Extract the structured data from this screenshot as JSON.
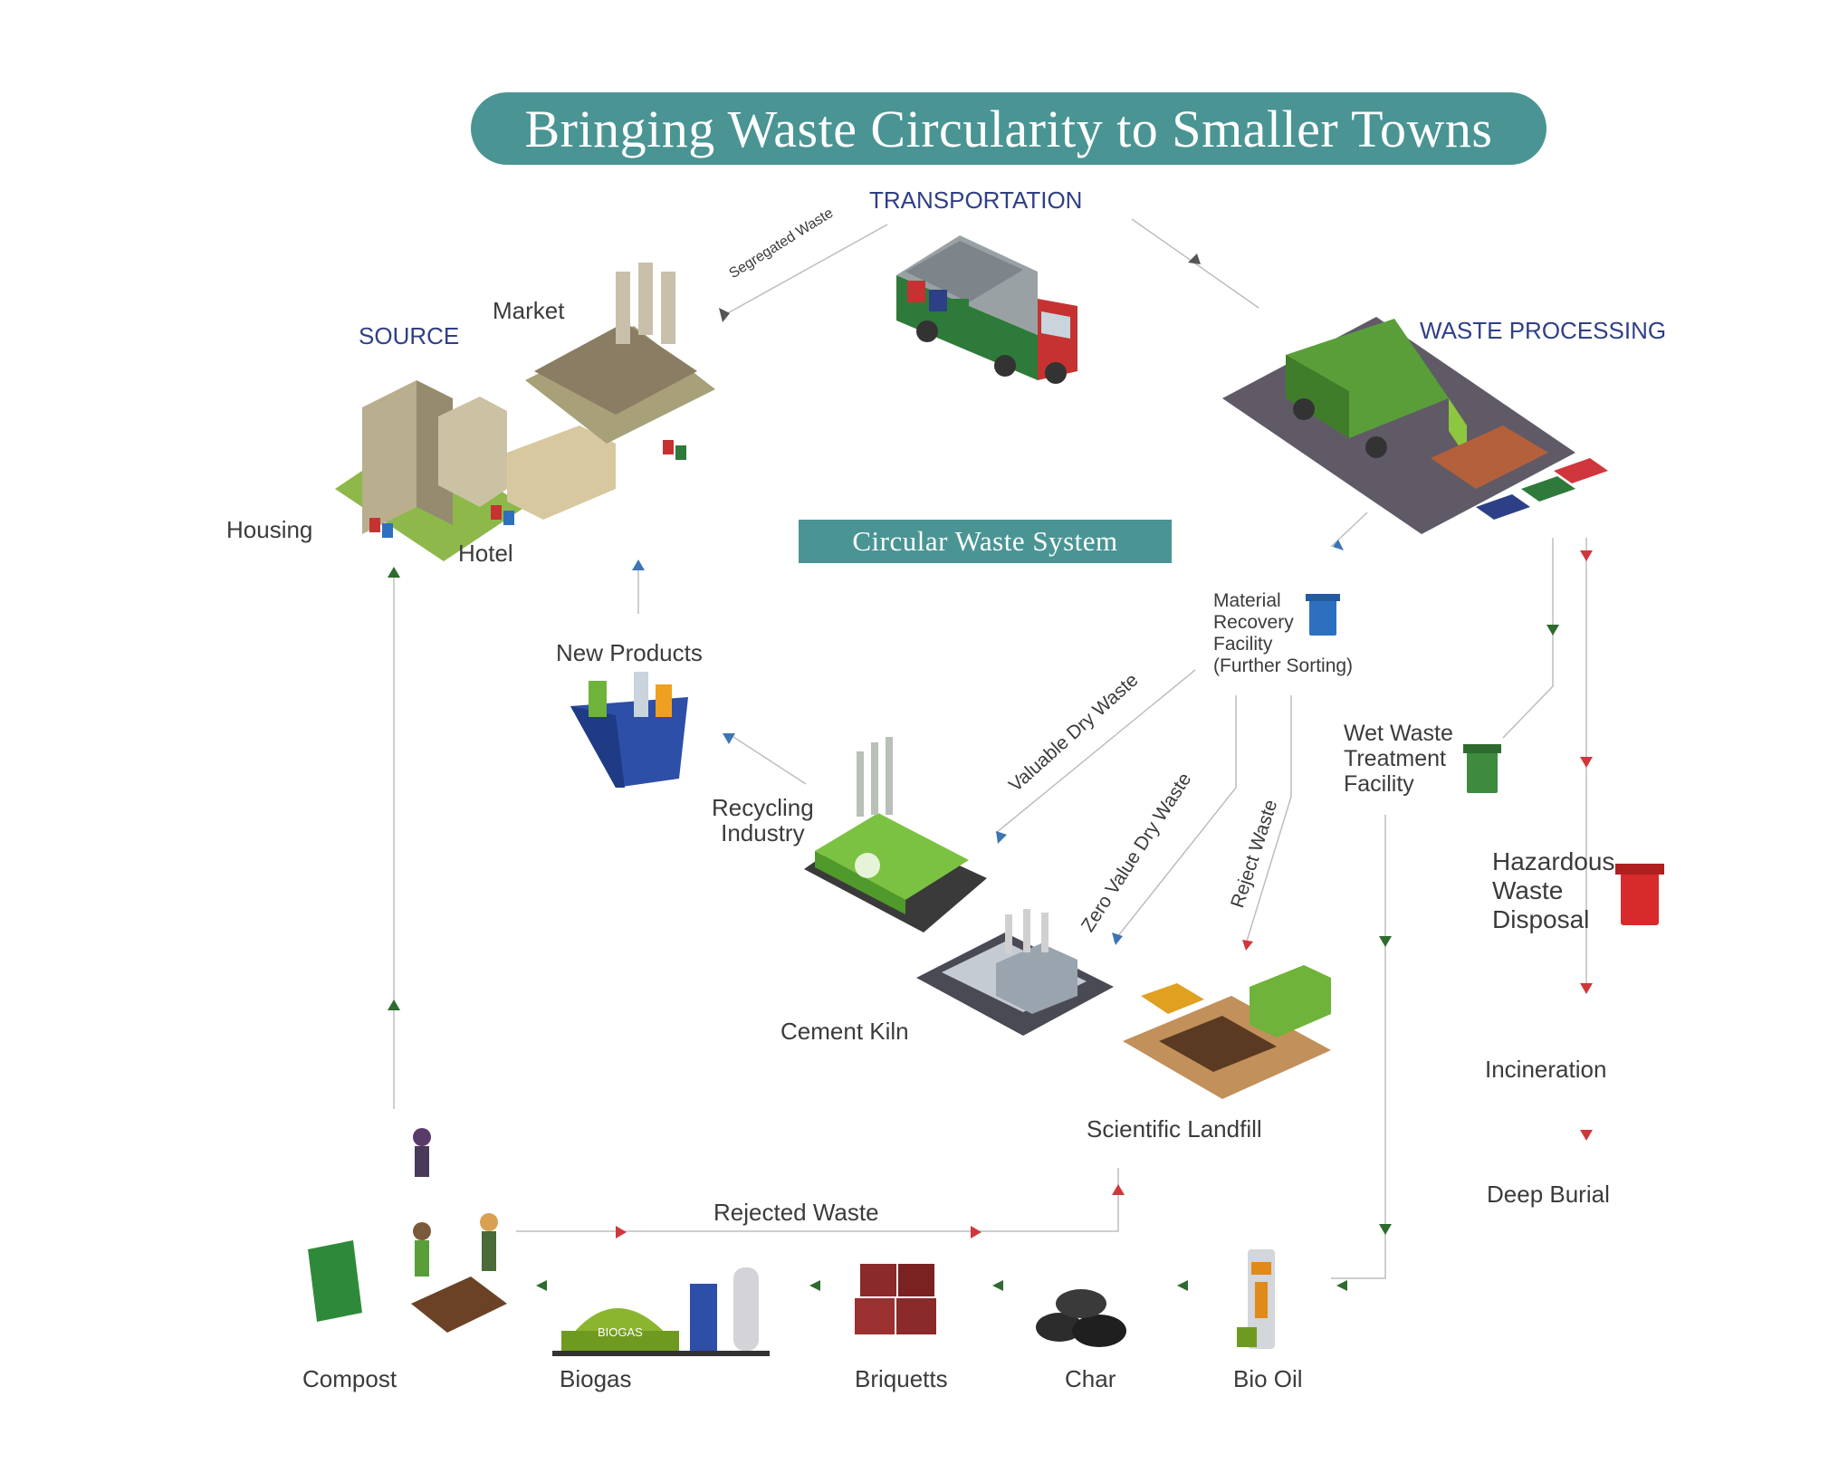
{
  "title": "Bringing Waste Circularity to Smaller Towns",
  "subtitle": "Circular Waste System",
  "stages": {
    "transportation": "TRANSPORTATION",
    "source": "SOURCE",
    "waste_processing": "WASTE PROCESSING"
  },
  "sources": {
    "market": "Market",
    "housing": "Housing",
    "hotel": "Hotel"
  },
  "flows": {
    "segregated_waste": "Segregated Waste",
    "valuable_dry_waste": "Valuable Dry Waste",
    "zero_value_dry_waste": "Zero Value Dry Waste",
    "reject_waste": "Reject Waste",
    "rejected_waste": "Rejected Waste"
  },
  "nodes": {
    "new_products": "New Products",
    "mrf_line1": "Material",
    "mrf_line2": "Recovery",
    "mrf_line3": "Facility",
    "mrf_line4": "(Further Sorting)",
    "recycling_line1": "Recycling",
    "recycling_line2": "Industry",
    "wet_line1": "Wet Waste",
    "wet_line2": "Treatment",
    "wet_line3": "Facility",
    "haz_line1": "Hazardous",
    "haz_line2": "Waste",
    "haz_line3": "Disposal",
    "cement_kiln": "Cement Kiln",
    "scientific_landfill": "Scientific Landfill",
    "incineration": "Incineration",
    "deep_burial": "Deep Burial",
    "compost": "Compost",
    "biogas": "Biogas",
    "biogas_tank_label": "BIOGAS",
    "briquetts": "Briquetts",
    "char": "Char",
    "bio_oil": "Bio Oil"
  },
  "colors": {
    "teal": "#4a9494",
    "stage_blue": "#2f3f86",
    "arrow_blue": "#3d74b4",
    "arrow_green": "#2e6b2e",
    "arrow_red": "#d0373c",
    "bin_blue": "#2e6fc0",
    "bin_green": "#3e8a3e",
    "bin_red": "#d72a2a"
  }
}
